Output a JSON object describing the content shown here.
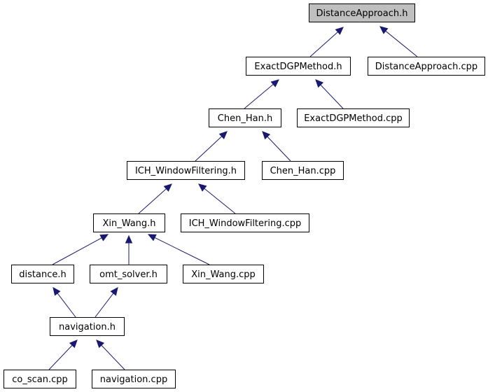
{
  "colors": {
    "edge": "#191970",
    "root_fill": "#bfbfbf",
    "node_fill": "#ffffff",
    "border": "#000000"
  },
  "nodes": [
    {
      "id": "distanceapproach_h",
      "label": "DistanceApproach.h",
      "highlighted": true
    },
    {
      "id": "exactdgpmethod_h",
      "label": "ExactDGPMethod.h"
    },
    {
      "id": "distanceapproach_cpp",
      "label": "DistanceApproach.cpp"
    },
    {
      "id": "chen_han_h",
      "label": "Chen_Han.h"
    },
    {
      "id": "exactdgpmethod_cpp",
      "label": "ExactDGPMethod.cpp"
    },
    {
      "id": "ich_windowfiltering_h",
      "label": "ICH_WindowFiltering.h"
    },
    {
      "id": "chen_han_cpp",
      "label": "Chen_Han.cpp"
    },
    {
      "id": "xin_wang_h",
      "label": "Xin_Wang.h"
    },
    {
      "id": "ich_windowfiltering_cpp",
      "label": "ICH_WindowFiltering.cpp"
    },
    {
      "id": "distance_h",
      "label": "distance.h"
    },
    {
      "id": "omt_solver_h",
      "label": "omt_solver.h"
    },
    {
      "id": "xin_wang_cpp",
      "label": "Xin_Wang.cpp"
    },
    {
      "id": "navigation_h",
      "label": "navigation.h"
    },
    {
      "id": "co_scan_cpp",
      "label": "co_scan.cpp"
    },
    {
      "id": "navigation_cpp",
      "label": "navigation.cpp"
    }
  ],
  "edges": [
    {
      "from": "exactdgpmethod_h",
      "to": "distanceapproach_h"
    },
    {
      "from": "distanceapproach_cpp",
      "to": "distanceapproach_h"
    },
    {
      "from": "chen_han_h",
      "to": "exactdgpmethod_h"
    },
    {
      "from": "exactdgpmethod_cpp",
      "to": "exactdgpmethod_h"
    },
    {
      "from": "ich_windowfiltering_h",
      "to": "chen_han_h"
    },
    {
      "from": "chen_han_cpp",
      "to": "chen_han_h"
    },
    {
      "from": "xin_wang_h",
      "to": "ich_windowfiltering_h"
    },
    {
      "from": "ich_windowfiltering_cpp",
      "to": "ich_windowfiltering_h"
    },
    {
      "from": "distance_h",
      "to": "xin_wang_h"
    },
    {
      "from": "omt_solver_h",
      "to": "xin_wang_h"
    },
    {
      "from": "xin_wang_cpp",
      "to": "xin_wang_h"
    },
    {
      "from": "navigation_h",
      "to": "distance_h"
    },
    {
      "from": "navigation_h",
      "to": "omt_solver_h"
    },
    {
      "from": "co_scan_cpp",
      "to": "navigation_h"
    },
    {
      "from": "navigation_cpp",
      "to": "navigation_h"
    }
  ]
}
